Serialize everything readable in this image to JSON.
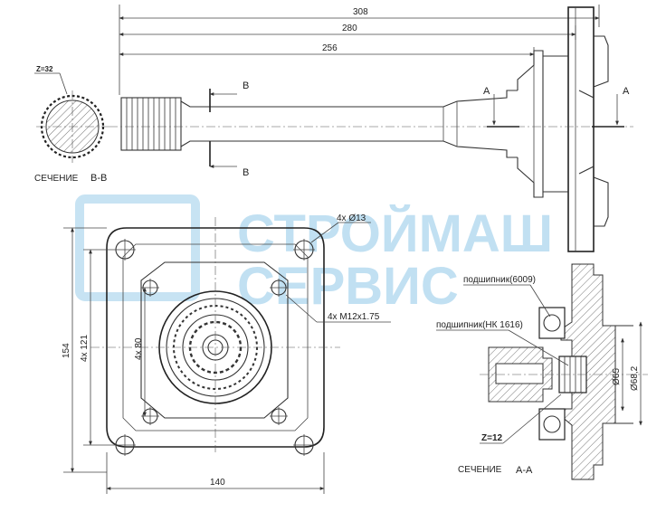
{
  "watermark": {
    "line1": "СТРОЙМАШ",
    "line2": "СЕРВИС",
    "color": "#8fc8e8"
  },
  "dimensions": {
    "overall_308": "308",
    "length_280": "280",
    "length_256": "256",
    "height_154": "154",
    "holes_121": "4x 121",
    "holes_80": "4x 80",
    "width_140": "140",
    "hole_dia": "4x Ø13",
    "thread": "4x M12x1.75",
    "bore_65": "Ø65",
    "bore_68": "Ø68,2"
  },
  "sections": {
    "b_label": "B",
    "a_label": "A",
    "section_bb": "СЕЧЕНИЕ",
    "section_bb_letters": "B-B",
    "section_aa": "СЕЧЕНИЕ",
    "section_aa_letters": "A-A",
    "z32": "Z=32",
    "z12": "Z=12"
  },
  "callouts": {
    "bearing_6009": "подшипник(6009)",
    "bearing_nk": "подшипник(НК 1616)"
  }
}
